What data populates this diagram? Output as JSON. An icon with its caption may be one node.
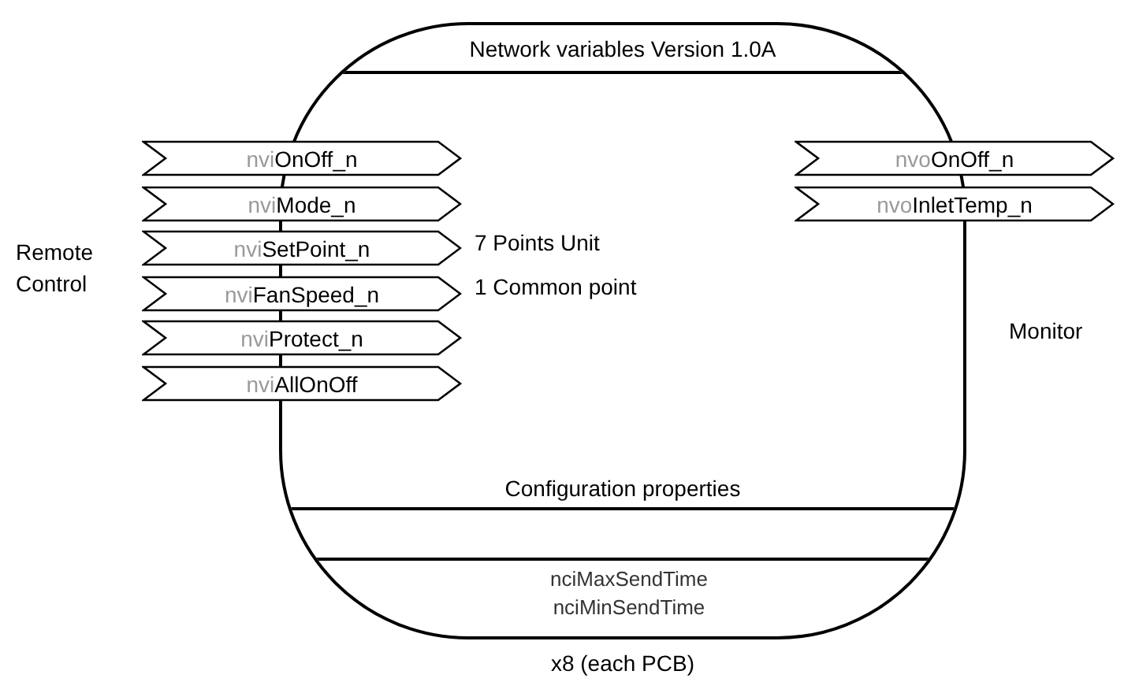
{
  "diagram": {
    "nodes": [
      {
        "text": [
          "Network variables Version 1.0A",
          "7 Points Unit",
          "1 Common point",
          "Configuration properties",
          "nciMaxSendTime nciMinSendTime"
        ],
        "beside": [
          "x8 (each PCB)"
        ]
      },
      {
        "text": [
          "nvi",
          "OnOff_n"
        ]
      },
      {
        "text": [
          "nvi",
          "Mode_n"
        ]
      },
      {
        "text": [
          "nvi",
          "SetPoint_n"
        ]
      },
      {
        "text": [
          "nvi",
          "FanSpeed_n"
        ]
      },
      {
        "text": [
          "nvi",
          "Protect_n"
        ]
      },
      {
        "text": [
          "nvi",
          "AllOnOff"
        ]
      },
      {
        "text": [
          "nvo",
          "OnOff_n"
        ]
      },
      {
        "text": [
          "nvo",
          "InletTemp_n"
        ]
      }
    ],
    "labels": [
      "Remote Control",
      "Monitor"
    ]
  }
}
